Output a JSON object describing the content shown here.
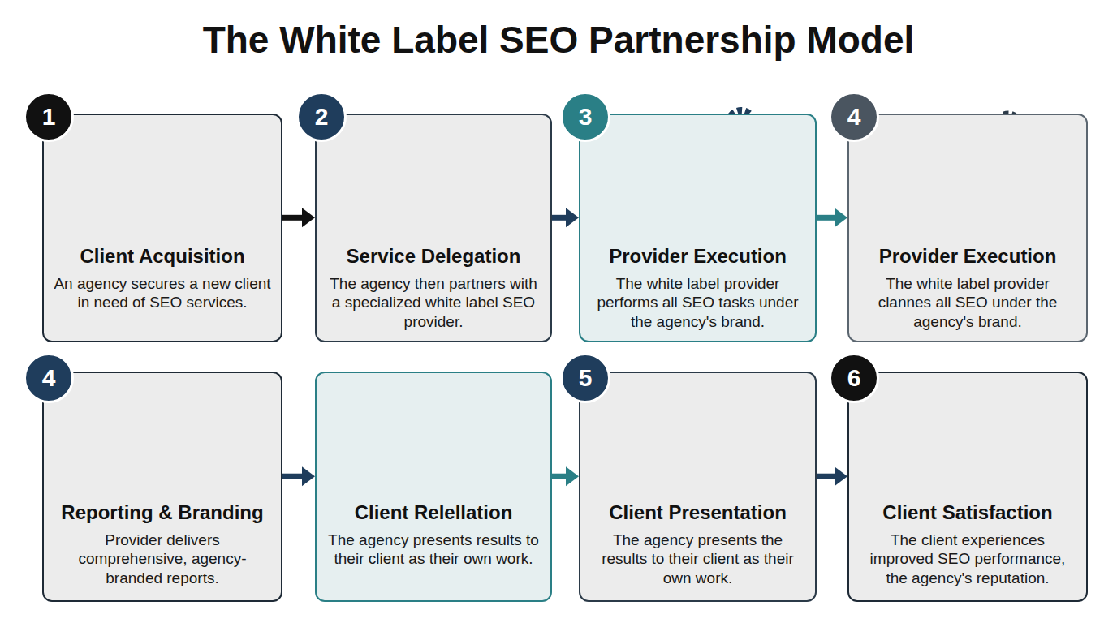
{
  "diagram": {
    "title": "The White Label SEO Partnership Model",
    "nodes": [
      {
        "text": [
          "Client Acquisition",
          "An agency secures a new client in need of SEO services."
        ]
      },
      {
        "text": [
          "Service Delegation",
          "The agency then partners with a specialized white label SEO provider."
        ]
      },
      {
        "text": [
          "Provider Execution",
          "The white label provider performs all SEO tasks under the agency's brand."
        ]
      },
      {
        "text": [
          "Provider Execution",
          "The white label provider clannes all SEO under the agency's brand."
        ]
      },
      {
        "text": [
          "Reporting & Branding",
          "Provider delivers comprehensive, agency-branded reports."
        ]
      },
      {
        "text": [
          "Client Relellation",
          "The agency presents results to their client as their own work."
        ]
      },
      {
        "text": [
          "Client Presentation",
          "The agency presents the results to their client as their own work."
        ]
      },
      {
        "text": [
          "Client Satisfaction",
          "The client experiences improved SEO performance, the agency's reputation."
        ]
      }
    ],
    "edges": [
      {
        "from": 0,
        "to": 1,
        "arrow": "to"
      },
      {
        "from": 1,
        "to": 2,
        "arrow": "to"
      },
      {
        "from": 2,
        "to": 3,
        "arrow": "to"
      },
      {
        "from": 4,
        "to": 5,
        "arrow": "to"
      },
      {
        "from": 5,
        "to": 6,
        "arrow": "to"
      },
      {
        "from": 6,
        "to": 7,
        "arrow": "to"
      }
    ],
    "labels": [
      "1",
      "2",
      "3",
      "4",
      "4",
      "5",
      "6"
    ]
  }
}
